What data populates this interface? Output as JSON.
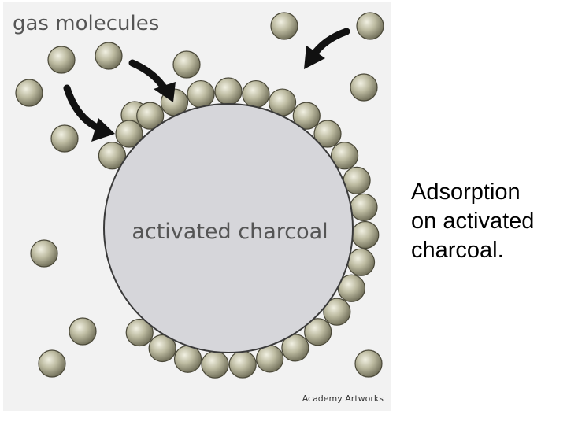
{
  "diagram": {
    "gas_label": "gas molecules",
    "surface_label": "activated charcoal",
    "credit": "Academy Artworks"
  },
  "caption": {
    "lines": [
      "Adsorption",
      "on activated",
      "charcoal."
    ]
  },
  "colors": {
    "particle_fill": "#b8b69c",
    "particle_outline": "#4a4838",
    "surface_fill": "#d6d6da",
    "surface_outline": "#3a3a3a",
    "arrow": "#111111",
    "panel_background": "#f2f2f2",
    "label_text": "#555555"
  }
}
